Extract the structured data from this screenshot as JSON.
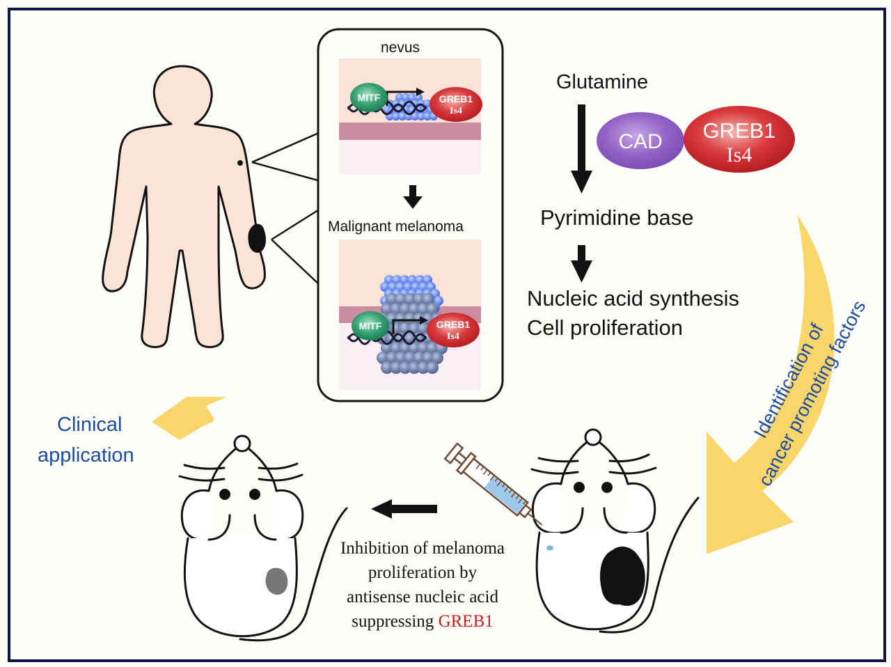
{
  "diagram": {
    "inset": {
      "top_label": "nevus",
      "bottom_label": "Malignant melanoma",
      "tf_label": "MITF",
      "target_label_line1": "GREB1",
      "target_label_line2": "Is4"
    },
    "pathway": {
      "start": "Glutamine",
      "middle": "Pyrimidine base",
      "end_line1": "Nucleic acid synthesis",
      "end_line2": "Cell proliferation",
      "complex": {
        "left": "CAD",
        "right_line1": "GREB1",
        "right_line2": "Is4"
      }
    },
    "curved_arrow_label": {
      "line1": "Identification of",
      "line2": "cancer promoting factors"
    },
    "clinical": {
      "line1": "Clinical",
      "line2": "application"
    },
    "inhibition": {
      "line1": "Inhibition of melanoma",
      "line2": "proliferation by",
      "line3": "antisense nucleic acid",
      "line4_prefix": "suppressing ",
      "line4_highlight": "GREB1"
    },
    "colors": {
      "border": "#0d1848",
      "skin": "#fbe3d6",
      "blue_text": "#1e4b9c",
      "highlight_red": "#c81e1e",
      "arrow_yellow": "#f9d56a",
      "cad_purple": "#8a58c0",
      "greb1_red": "#cc2a2e",
      "mitf_green": "#2e9468",
      "syringe_liquid": "#9ec8ea"
    }
  }
}
